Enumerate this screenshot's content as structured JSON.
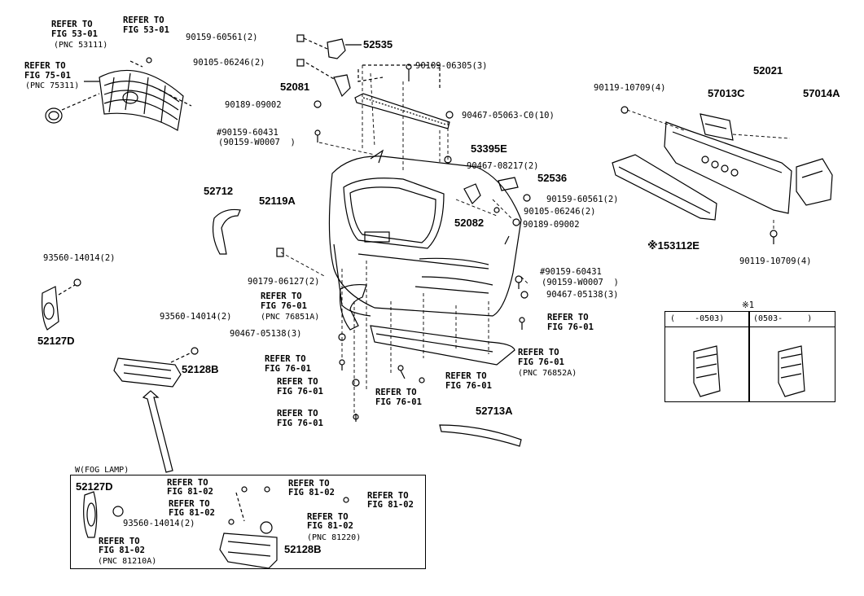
{
  "parts": {
    "p52535": "52535",
    "p52081": "52081",
    "p52021": "52021",
    "p57013C": "57013C",
    "p57014A": "57014A",
    "p53395E": "53395E",
    "p52536": "52536",
    "p52082": "52082",
    "p52119A": "52119A",
    "p52712": "52712",
    "p153112E": "※153112E",
    "p52127D": "52127D",
    "p52128B": "52128B",
    "p52713A": "52713A",
    "fog_52127D": "52127D",
    "fog_52128B": "52128B"
  },
  "numbers": {
    "n90159_60561": "90159-60561(2)",
    "n90105_06246": "90105-06246(2)",
    "n90109_06305": "90109-06305(3)",
    "n90189_09002": "90189-09002",
    "n90159_60431_a": "#90159-60431",
    "n90159_W0007_a": "(90159-W0007  )",
    "n90467_05063": "90467-05063-C0(10)",
    "n90119_10709_top": "90119-10709(4)",
    "n90467_08217": "90467-08217(2)",
    "n90159_60561_b": "90159-60561(2)",
    "n90105_06246_b": "90105-06246(2)",
    "n90189_09002_b": "90189-09002",
    "n90119_10709_bot": "90119-10709(4)",
    "n93560_a": "93560-14014(2)",
    "n93560_b": "93560-14014(2)",
    "n90179_06127": "90179-06127(2)",
    "n90159_60431_b": "#90159-60431",
    "n90159_W0007_b": "(90159-W0007  )",
    "n90467_05138_a": "90467-05138(3)",
    "n90467_05138_b": "90467-05138(3)",
    "n93560_fog": "93560-14014(2)"
  },
  "refs": {
    "ref_tl1_a": "REFER TO",
    "ref_tl1_b": "FIG 53-01",
    "ref_tl1_c": "(PNC 53111)",
    "ref_tl2_a": "REFER TO",
    "ref_tl2_b": "FIG 53-01",
    "ref_tl3_a": "REFER TO",
    "ref_tl3_b": "FIG 75-01",
    "ref_tl3_c": "(PNC 75311)",
    "ref_c1_a": "REFER TO",
    "ref_c1_b": "FIG 76-01",
    "ref_c1_c": "(PNC 76851A)",
    "ref_c2_a": "REFER TO",
    "ref_c2_b": "FIG 76-01",
    "ref_c3_a": "REFER TO",
    "ref_c3_b": "FIG 76-01",
    "ref_c4_a": "REFER TO",
    "ref_c4_b": "FIG 76-01",
    "ref_c5_a": "REFER TO",
    "ref_c5_b": "FIG 76-01",
    "ref_c6_a": "REFER TO",
    "ref_c6_b": "FIG 76-01",
    "ref_r1_a": "REFER TO",
    "ref_r1_b": "FIG 76-01",
    "ref_r2_a": "REFER TO",
    "ref_r2_b": "FIG 76-01",
    "ref_r2_c": "(PNC 76852A)",
    "fog_r1_a": "REFER TO",
    "fog_r1_b": "FIG 81-02",
    "fog_r2_a": "REFER TO",
    "fog_r2_b": "FIG 81-02",
    "fog_r3_a": "REFER TO",
    "fog_r3_b": "FIG 81-02",
    "fog_r4_a": "REFER TO",
    "fog_r4_b": "FIG 81-02",
    "fog_r5_a": "REFER TO",
    "fog_r5_b": "FIG 81-02",
    "fog_r5_c": "(PNC 81220)",
    "fog_r6_a": "REFER TO",
    "fog_r6_b": "FIG 81-02",
    "fog_r6_c": "(PNC 81210A)"
  },
  "fog_box": {
    "title": "W(FOG LAMP)"
  },
  "note_box": {
    "marker": "※1",
    "col1": "(    -0503)",
    "col2": "(0503-     )"
  }
}
